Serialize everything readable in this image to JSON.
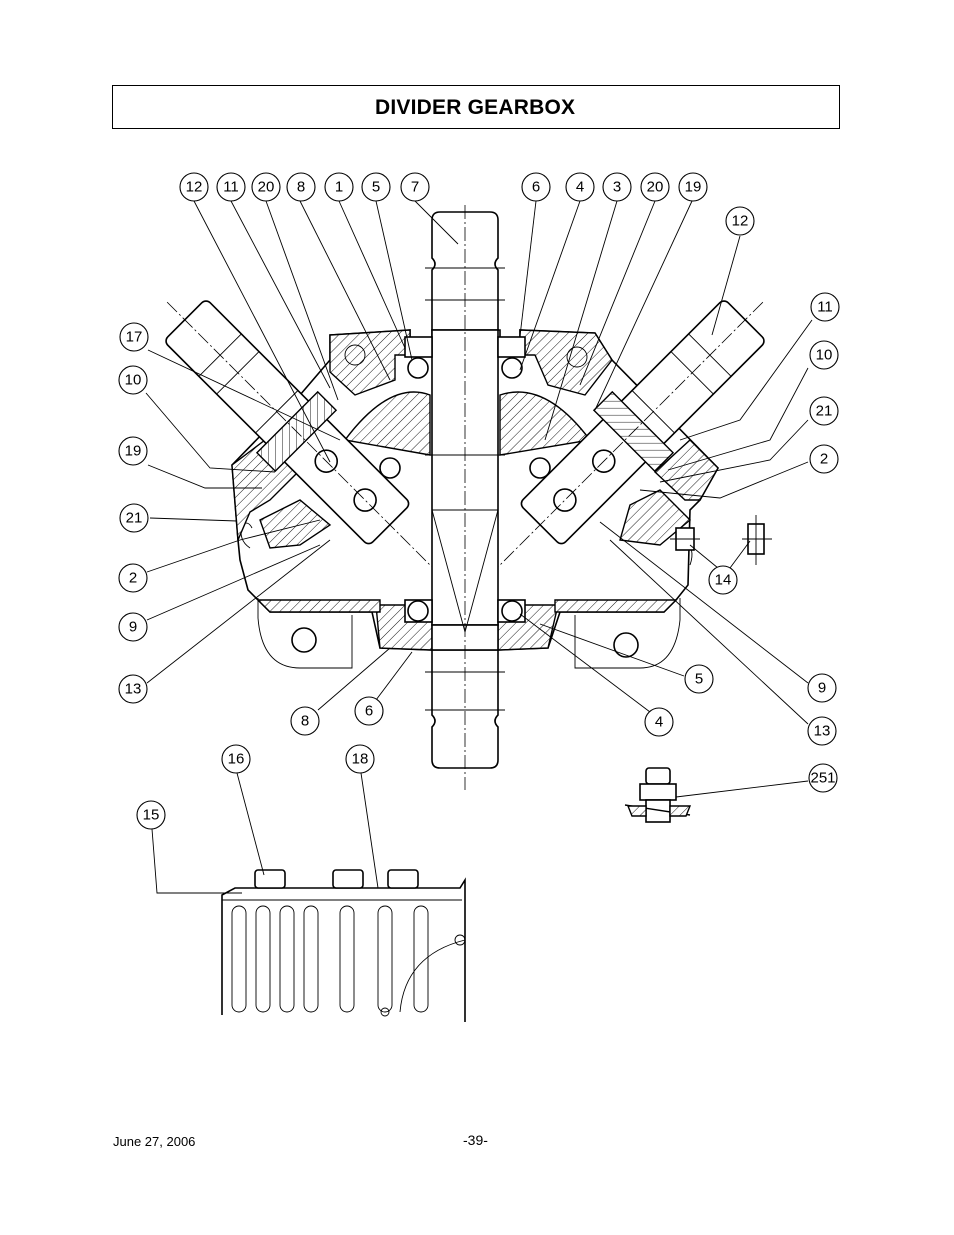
{
  "title": "DIVIDER GEARBOX",
  "footer": {
    "date": "June 27, 2006",
    "page": "-39-"
  },
  "callouts": [
    {
      "label": "12"
    },
    {
      "label": "11"
    },
    {
      "label": "20"
    },
    {
      "label": "8"
    },
    {
      "label": "1"
    },
    {
      "label": "5"
    },
    {
      "label": "7"
    },
    {
      "label": "6"
    },
    {
      "label": "4"
    },
    {
      "label": "3"
    },
    {
      "label": "20"
    },
    {
      "label": "19"
    },
    {
      "label": "12"
    },
    {
      "label": "17"
    },
    {
      "label": "10"
    },
    {
      "label": "19"
    },
    {
      "label": "21"
    },
    {
      "label": "2"
    },
    {
      "label": "9"
    },
    {
      "label": "13"
    },
    {
      "label": "11"
    },
    {
      "label": "10"
    },
    {
      "label": "21"
    },
    {
      "label": "2"
    },
    {
      "label": "14"
    },
    {
      "label": "5"
    },
    {
      "label": "9"
    },
    {
      "label": "13"
    },
    {
      "label": "8"
    },
    {
      "label": "6"
    },
    {
      "label": "4"
    },
    {
      "label": "16"
    },
    {
      "label": "18"
    },
    {
      "label": "15"
    },
    {
      "label": "251"
    }
  ]
}
